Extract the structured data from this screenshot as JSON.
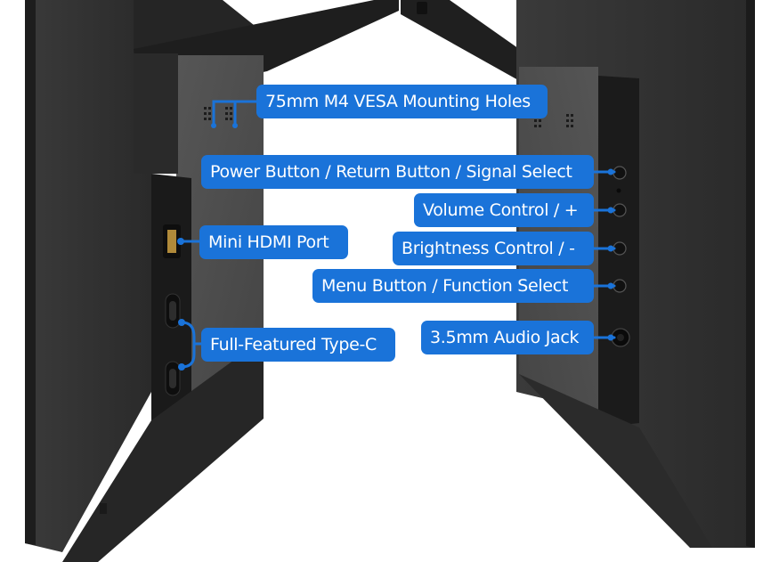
{
  "labels": {
    "vesa": "75mm M4 VESA Mounting Holes",
    "power": "Power Button / Return Button / Signal Select",
    "volume": "Volume Control / +",
    "brightness": "Brightness Control / -",
    "menu": "Menu Button / Function Select",
    "hdmi": "Mini HDMI Port",
    "typec": "Full-Featured Type-C",
    "audio": "3.5mm Audio Jack"
  },
  "colors": {
    "callout": "#1a73d9",
    "monitor_dark": "#2b2b2b",
    "panel_gray": "#4a4a4a",
    "background": "#ffffff"
  },
  "icons": [
    "usb-type-c-port-icon",
    "mini-hdmi-port-icon",
    "audio-jack-icon",
    "round-button-icon"
  ]
}
